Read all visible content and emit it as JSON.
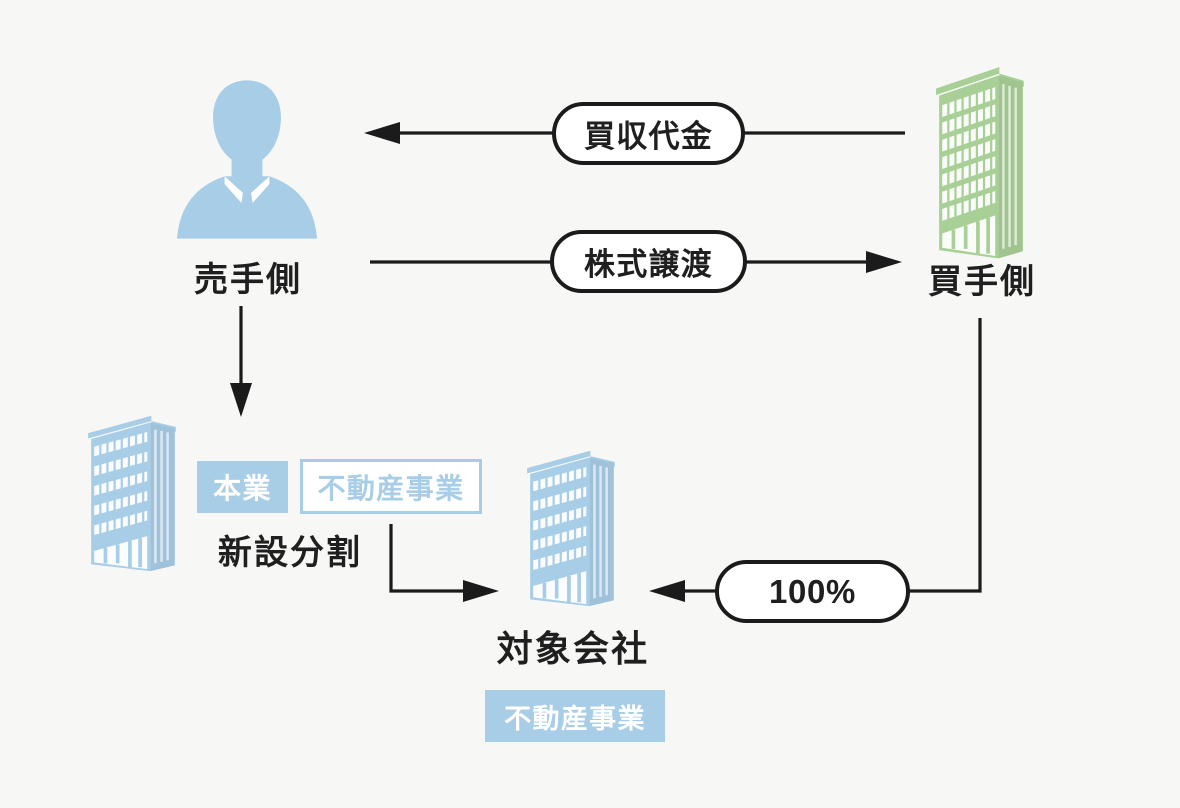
{
  "colors": {
    "blue": "#a8cde6",
    "green": "#a8cf96",
    "line": "#1b1b1b",
    "background": "#f7f7f6",
    "pill_bg": "#ffffff",
    "badge_text": "#ffffff"
  },
  "nodes": {
    "seller": {
      "label": "売手側",
      "icon": "businessman-icon"
    },
    "buyer": {
      "label": "買手側",
      "icon": "office-building-icon"
    },
    "split_company": {
      "icon": "office-building-icon"
    },
    "target": {
      "label": "対象会社",
      "icon": "office-building-icon"
    }
  },
  "connectors": {
    "acquisition_price": {
      "label": "買収代金",
      "direction": "buyer-to-seller"
    },
    "share_transfer": {
      "label": "株式譲渡",
      "direction": "seller-to-buyer"
    },
    "new_split": {
      "label": "新設分割",
      "direction": "seller-to-target"
    },
    "ownership": {
      "label": "100%",
      "direction": "buyer-to-target"
    }
  },
  "badges": {
    "core_business": "本業",
    "real_estate_split": "不動産事業",
    "real_estate_target": "不動産事業"
  }
}
